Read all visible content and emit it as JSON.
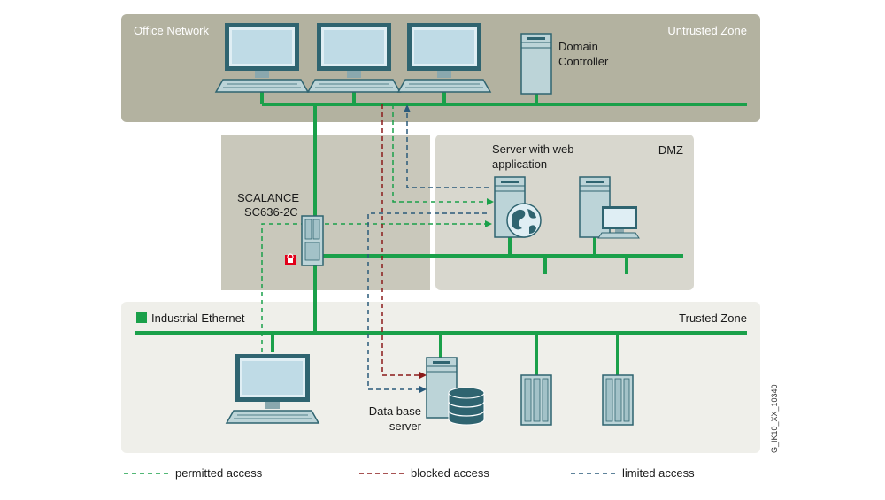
{
  "zones": {
    "office": {
      "title": "Office Network",
      "zone_label": "Untrusted Zone"
    },
    "dmz": {
      "zone_label": "DMZ"
    },
    "trusted": {
      "title": "Industrial Ethernet",
      "zone_label": "Trusted Zone"
    }
  },
  "devices": {
    "domain_controller": [
      "Domain",
      "Controller"
    ],
    "web_server": [
      "Server with web",
      "application"
    ],
    "scalance": [
      "SCALANCE",
      "SC636-2C"
    ],
    "db_server": [
      "Data base",
      "server"
    ]
  },
  "figure_id": "G_IK10_XX_10340",
  "legend": [
    {
      "label": "permitted access",
      "color": "#1aa04a"
    },
    {
      "label": "blocked access",
      "color": "#8b1a1a"
    },
    {
      "label": "limited access",
      "color": "#2a5a7a"
    }
  ],
  "colors": {
    "network_line": "#1aa04a",
    "untrusted_bg": "#b3b2a0",
    "dmz_bg": "#d8d7ce",
    "trusted_bg": "#efefea",
    "device_teal": "#bcd4d8",
    "lock_red": "#e2001a"
  }
}
